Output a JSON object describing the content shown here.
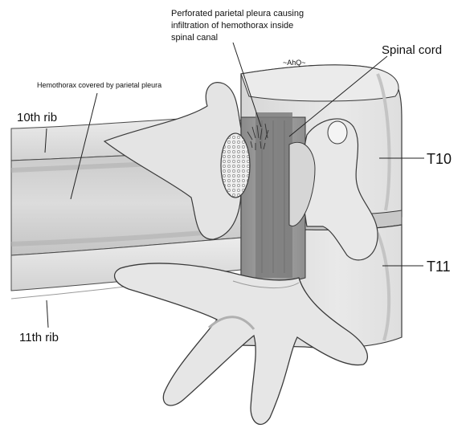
{
  "labels": {
    "perforated_line1": "Perforated parietal pleura causing",
    "perforated_line2": "infiltration of hemothorax inside",
    "perforated_line3": "spinal canal",
    "hemothorax": "Hemothorax covered by parietal pleura",
    "spinal_cord": "Spinal cord",
    "rib10": "10th rib",
    "rib11": "11th rib",
    "t10": "T10",
    "t11": "T11",
    "signature": "~AhQ~"
  },
  "colors": {
    "bone_fill": "#e3e3e3",
    "bone_shadow": "#bdbdbd",
    "bone_light": "#f2f2f2",
    "outline": "#3a3a3a",
    "canal": "#9a9a9a",
    "line": "#222222"
  }
}
